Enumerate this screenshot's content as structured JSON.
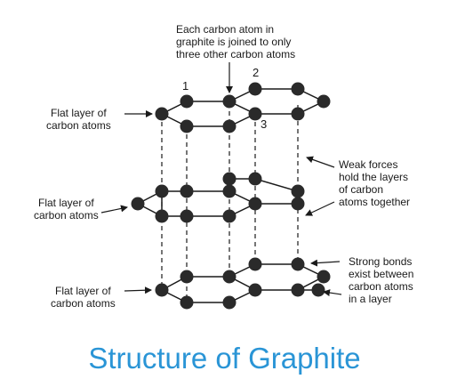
{
  "title": "Structure of Graphite",
  "title_color": "#2a95d6",
  "labels": {
    "top_note": "Each carbon atom in\ngraphite is joined to only\nthree other carbon atoms",
    "layer_top": "Flat layer of\ncarbon atoms",
    "layer_middle": "Flat layer of\ncarbon atoms",
    "layer_bottom": "Flat layer of\ncarbon atoms",
    "weak_forces": "Weak forces\nhold the layers\nof carbon\natoms together",
    "strong_bonds": "Strong bonds\nexist between\ncarbon atoms\nin a layer",
    "atom_1": "1",
    "atom_2": "2",
    "atom_3": "3"
  },
  "colors": {
    "atom": "#2a2a2a",
    "line": "#1a1a1a"
  }
}
